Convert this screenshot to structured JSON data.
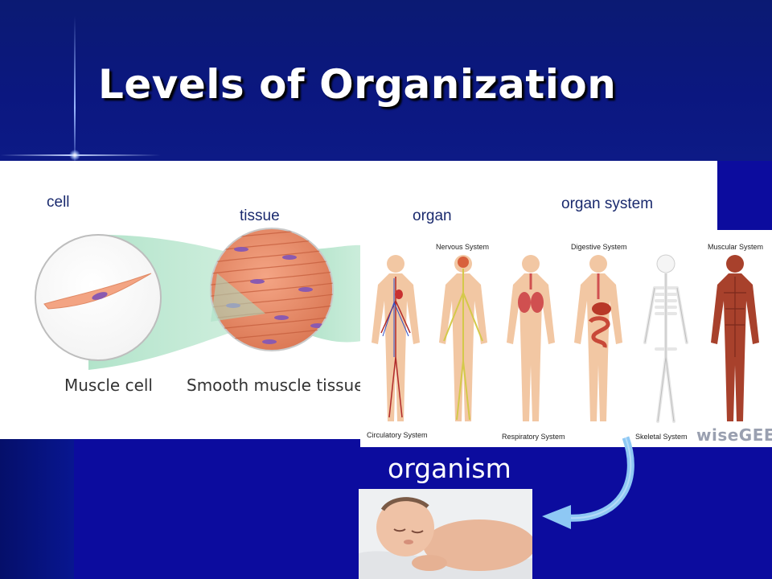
{
  "slide": {
    "title": "Levels of Organization"
  },
  "labels": {
    "cell": "cell",
    "tissue": "tissue",
    "organ": "organ",
    "organ_system": "organ system",
    "organism": "organism"
  },
  "cell_image": {
    "muscle_cell_caption": "Muscle cell",
    "tissue_caption": "Smooth muscle tissue"
  },
  "systems_image": {
    "top_captions": [
      "Nervous System",
      "Digestive System",
      "Muscular System"
    ],
    "bottom_captions": [
      "Circulatory System",
      "Respiratory System",
      "Skeletal System"
    ],
    "watermark": "wiseGEEK"
  },
  "colors": {
    "background": "#0a0a8c",
    "title": "#ffffff",
    "label": "#1a2a6e",
    "arrow": "#8ec8f4"
  }
}
